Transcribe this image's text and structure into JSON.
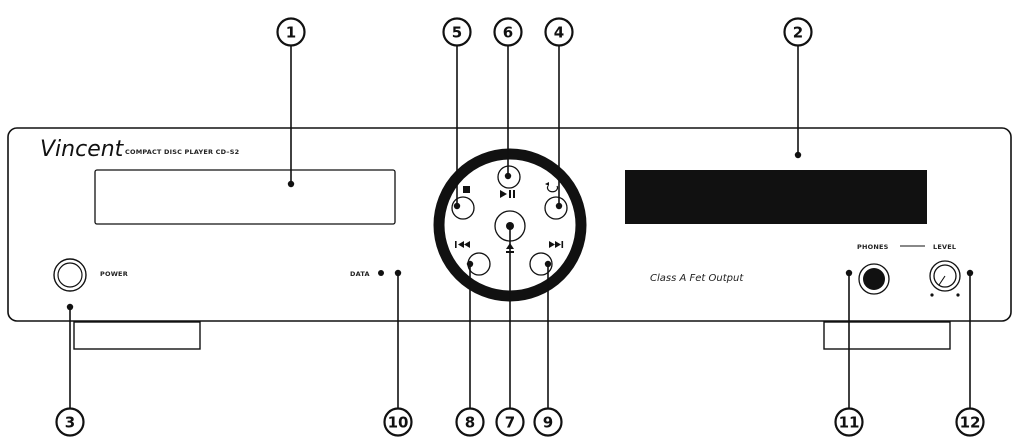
{
  "brand": "Vincent",
  "model_label": "COMPACT DISC PLAYER CD–S2",
  "labels": {
    "power": "POWER",
    "data": "DATA",
    "phones": "PHONES",
    "level": "LEVEL",
    "tagline": "Class A Fet Output"
  },
  "callouts": [
    "1",
    "2",
    "3",
    "4",
    "5",
    "6",
    "7",
    "8",
    "9",
    "10",
    "11",
    "12"
  ],
  "colors": {
    "line": "#111111",
    "fill": "#ffffff",
    "display": "#111111"
  }
}
